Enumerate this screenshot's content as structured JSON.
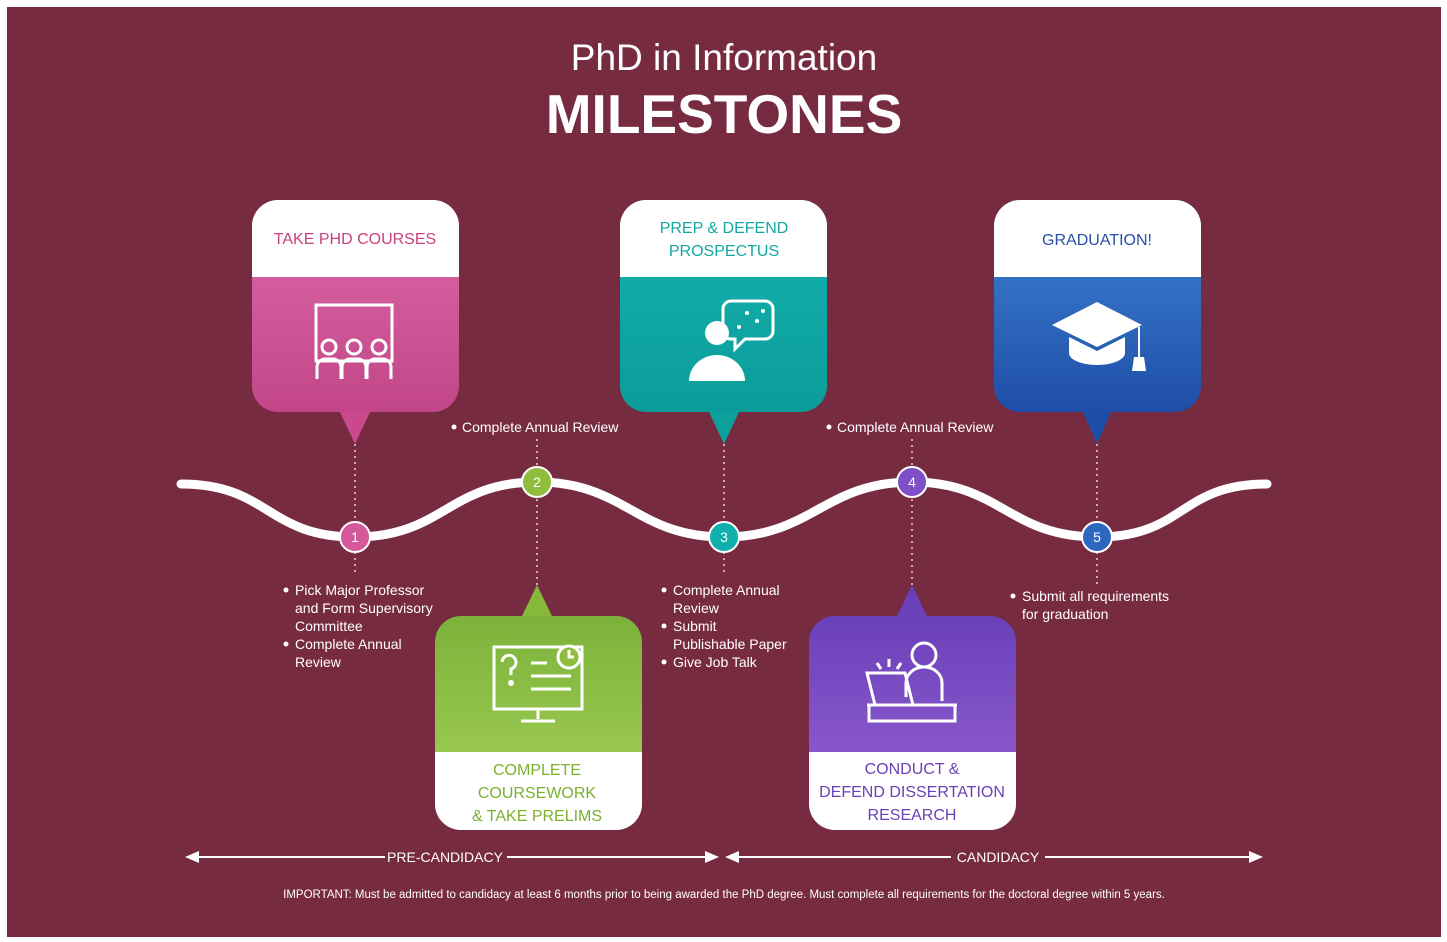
{
  "header": {
    "line1": "PhD in Information",
    "line2": "MILESTONES"
  },
  "colors": {
    "background": "#772b40",
    "courses": "#d4589a",
    "coursework": "#8fbe3e",
    "prospectus": "#0fb0ab",
    "dissertation": "#7e4fc6",
    "graduation": "#2d67c0"
  },
  "cards": [
    {
      "key": "courses",
      "lines": [
        "TAKE PHD COURSES"
      ],
      "icon": "classroom-icon"
    },
    {
      "key": "coursework",
      "lines": [
        "COMPLETE",
        "COURSEWORK",
        "& TAKE PRELIMS"
      ],
      "icon": "quiz-monitor-icon"
    },
    {
      "key": "prospectus",
      "lines": [
        "PREP & DEFEND",
        "PROSPECTUS"
      ],
      "icon": "presenter-speech-icon"
    },
    {
      "key": "dissertation",
      "lines": [
        "CONDUCT &",
        "DEFEND DISSERTATION",
        "RESEARCH"
      ],
      "icon": "researcher-laptop-icon"
    },
    {
      "key": "graduation",
      "lines": [
        "GRADUATION!"
      ],
      "icon": "graduation-cap-icon"
    }
  ],
  "milestones": [
    "1",
    "2",
    "3",
    "4",
    "5"
  ],
  "notes": {
    "n1": [
      "Pick Major Professor",
      "and Form Supervisory",
      "Committee",
      "Complete Annual",
      "Review"
    ],
    "n2": [
      "Complete Annual Review"
    ],
    "n3": [
      "Complete Annual",
      "Review",
      "Submit",
      "Publishable Paper",
      "Give Job Talk"
    ],
    "n4": [
      "Complete Annual Review"
    ],
    "n5": [
      "Submit all requirements",
      "for graduation"
    ]
  },
  "phases": {
    "pre": "PRE-CANDIDACY",
    "cand": "CANDIDACY"
  },
  "footer": "IMPORTANT: Must be admitted to candidacy at least 6 months prior to being awarded the PhD degree. Must complete all requirements for the doctoral degree within 5 years."
}
